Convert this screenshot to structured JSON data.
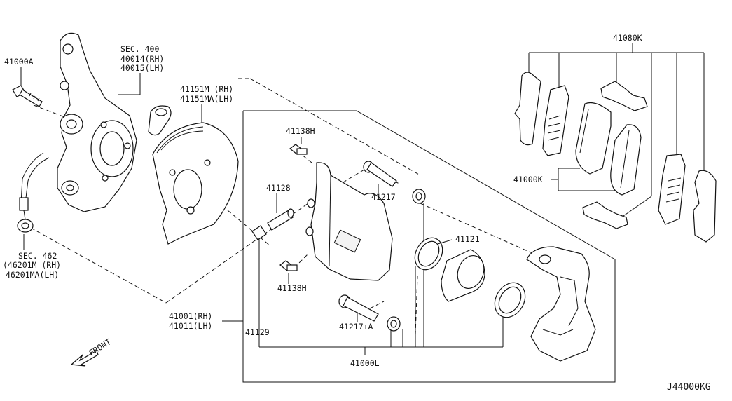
{
  "labels": {
    "l41000A": "41000A",
    "sec400": "SEC. 400",
    "l40014": "40014(RH)",
    "l40015": "40015(LH)",
    "l41151M": "41151M (RH)",
    "l41151MA": "41151MA(LH)",
    "l41138H_top": "41138H",
    "l41128": "41128",
    "l41217": "41217",
    "l41121": "41121",
    "l41080K": "41080K",
    "l41000K": "41000K",
    "sec462": "SEC. 462",
    "l46201M": "(46201M (RH)",
    "l46201MA": "46201MA(LH)",
    "l41138H_bot": "41138H",
    "l41001": "41001(RH)",
    "l41011": "41011(LH)",
    "l41129": "41129",
    "l41217A": "41217+A",
    "l41000L": "41000L",
    "front": "FRONT",
    "diagram_code": "J44000KG"
  }
}
